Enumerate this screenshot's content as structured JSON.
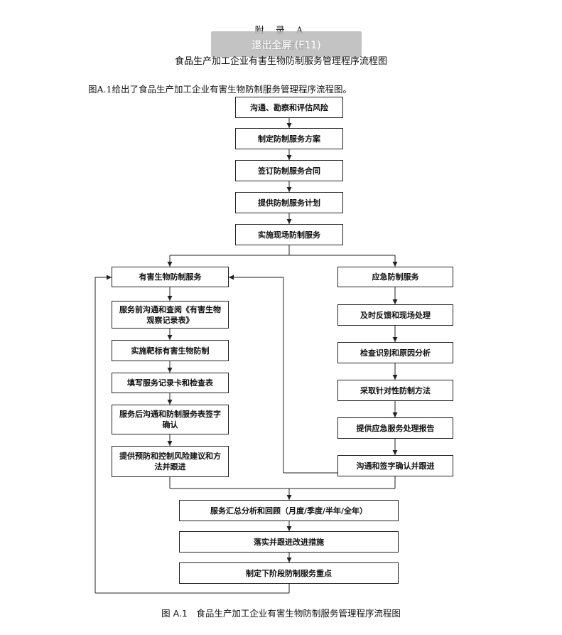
{
  "header": {
    "appendix": "附 录 A",
    "subtitle": "(资料性附录)",
    "overlay_text": "退出全屏 (F11)",
    "title": "食品生产加工企业有害生物防制服务管理程序流程图"
  },
  "intro": "图A.1给出了食品生产加工企业有害生物防制服务管理程序流程图。",
  "flow": {
    "main": [
      "沟通、勘察和评估风险",
      "制定防制服务方案",
      "签订防制服务合同",
      "提供防制服务计划",
      "实施现场防制服务"
    ],
    "left": [
      "有害生物防制服务",
      "服务前沟通和查阅《有害生物观察记录表》",
      "实施靶标有害生物防制",
      "填写服务记录卡和检查表",
      "服务后沟通和防制服务表签字确认",
      "提供预防和控制风险建议和方法并跟进"
    ],
    "right": [
      "应急防制服务",
      "及时反馈和现场处理",
      "检查识别和原因分析",
      "采取针对性防制方法",
      "提供应急服务处理报告",
      "沟通和签字确认并跟进"
    ],
    "bottom": [
      "服务汇总分析和回顾（月度/季度/半年/全年）",
      "落实并跟进改进措施",
      "制定下阶段防制服务重点"
    ]
  },
  "caption": "图 A.1　食品生产加工企业有害生物防制服务管理程序流程图"
}
